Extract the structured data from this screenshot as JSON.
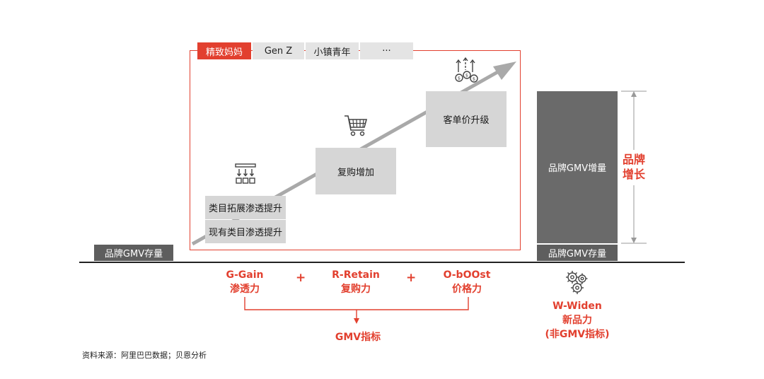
{
  "tabs": [
    "精致妈妈",
    "Gen Z",
    "小镇青年",
    "···"
  ],
  "steps": {
    "category_expand": "类目拓展渗透提升",
    "existing_category": "现有类目渗透提升",
    "repurchase": "复购增加",
    "aov_upgrade": "客单价升级"
  },
  "left_stock": "品牌GMV存量",
  "right": {
    "increment": "品牌GMV增量",
    "stock": "品牌GMV存量",
    "growth_line1": "品牌",
    "growth_line2": "增长"
  },
  "metrics": {
    "g_title": "G-Gain",
    "g_sub": "渗透力",
    "plus1": "+",
    "r_title": "R-Retain",
    "r_sub": "复购力",
    "plus2": "+",
    "o_title": "O-bOOst",
    "o_sub": "价格力",
    "gmv_label": "GMV指标"
  },
  "widen": {
    "title": "W-Widen",
    "sub": "新品力",
    "note": "(非GMV指标)"
  },
  "source": "资料来源：阿里巴巴数据；贝恩分析",
  "colors": {
    "accent": "#e2402f",
    "dark_gray": "#5e5e5e",
    "light_gray": "#d6d6d6"
  }
}
